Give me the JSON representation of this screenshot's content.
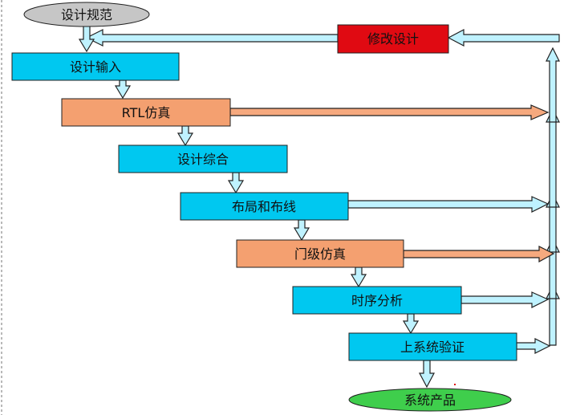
{
  "nodes": {
    "spec": "设计规范",
    "modify": "修改设计",
    "input": "设计输入",
    "rtl_sim": "RTL仿真",
    "synthesis": "设计综合",
    "place_route": "布局和布线",
    "gate_sim": "门级仿真",
    "timing": "时序分析",
    "board_verify": "上系统验证",
    "product": "系统产品"
  },
  "colors": {
    "process": "#00c8f0",
    "simulation": "#f4a070",
    "modify": "#e00a12",
    "spec": "#c6c6c6",
    "product": "#3fce4c",
    "feedback_arrow": "#bff2ff",
    "sim_arrow": "#f6a97e",
    "outline": "#202020"
  }
}
